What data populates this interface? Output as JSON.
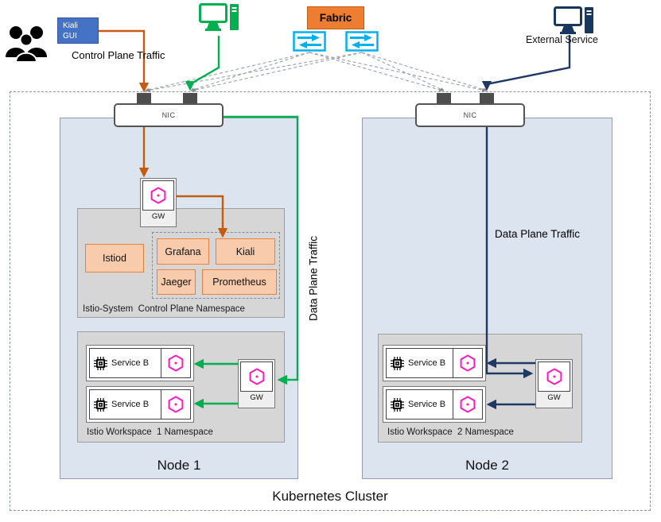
{
  "labels": {
    "nic": "NIC",
    "gw": "GW"
  },
  "external": {
    "kiali_gui_line1": "Kiali",
    "kiali_gui_line2": "GUI",
    "control_plane_traffic": "Control Plane Traffic",
    "fabric": "Fabric",
    "external_service": "External Service"
  },
  "cluster": {
    "label": "Kubernetes Cluster",
    "data_plane_traffic_left": "Data Plane Traffic",
    "node1": {
      "label": "Node 1",
      "control_plane_ns": {
        "label": "Istio-System  Control Plane Namespace",
        "istiod": "Istiod",
        "monitoring": [
          "Grafana",
          "Kiali",
          "Jaeger",
          "Prometheus"
        ]
      },
      "workspace_ns": {
        "label": "Istio Workspace  1 Namespace",
        "services": [
          "Service B",
          "Service B"
        ]
      }
    },
    "node2": {
      "label": "Node 2",
      "data_plane_traffic": "Data Plane Traffic",
      "workspace_ns": {
        "label": "Istio Workspace  2 Namespace",
        "services": [
          "Service B",
          "Service B"
        ]
      }
    }
  },
  "colors": {
    "control_plane_arrow": "#C55A11",
    "data_plane_green": "#00B050",
    "data_plane_navy": "#1F3864",
    "component_fill": "#F8CBAD",
    "fabric_fill": "#ED7D31",
    "kiali_gui_fill": "#4472C4",
    "switch_accent": "#00B0F0",
    "istio_hexagon": "#FF14BE",
    "node_fill": "#DCE4F0",
    "namespace_fill": "#D6D6D6"
  }
}
